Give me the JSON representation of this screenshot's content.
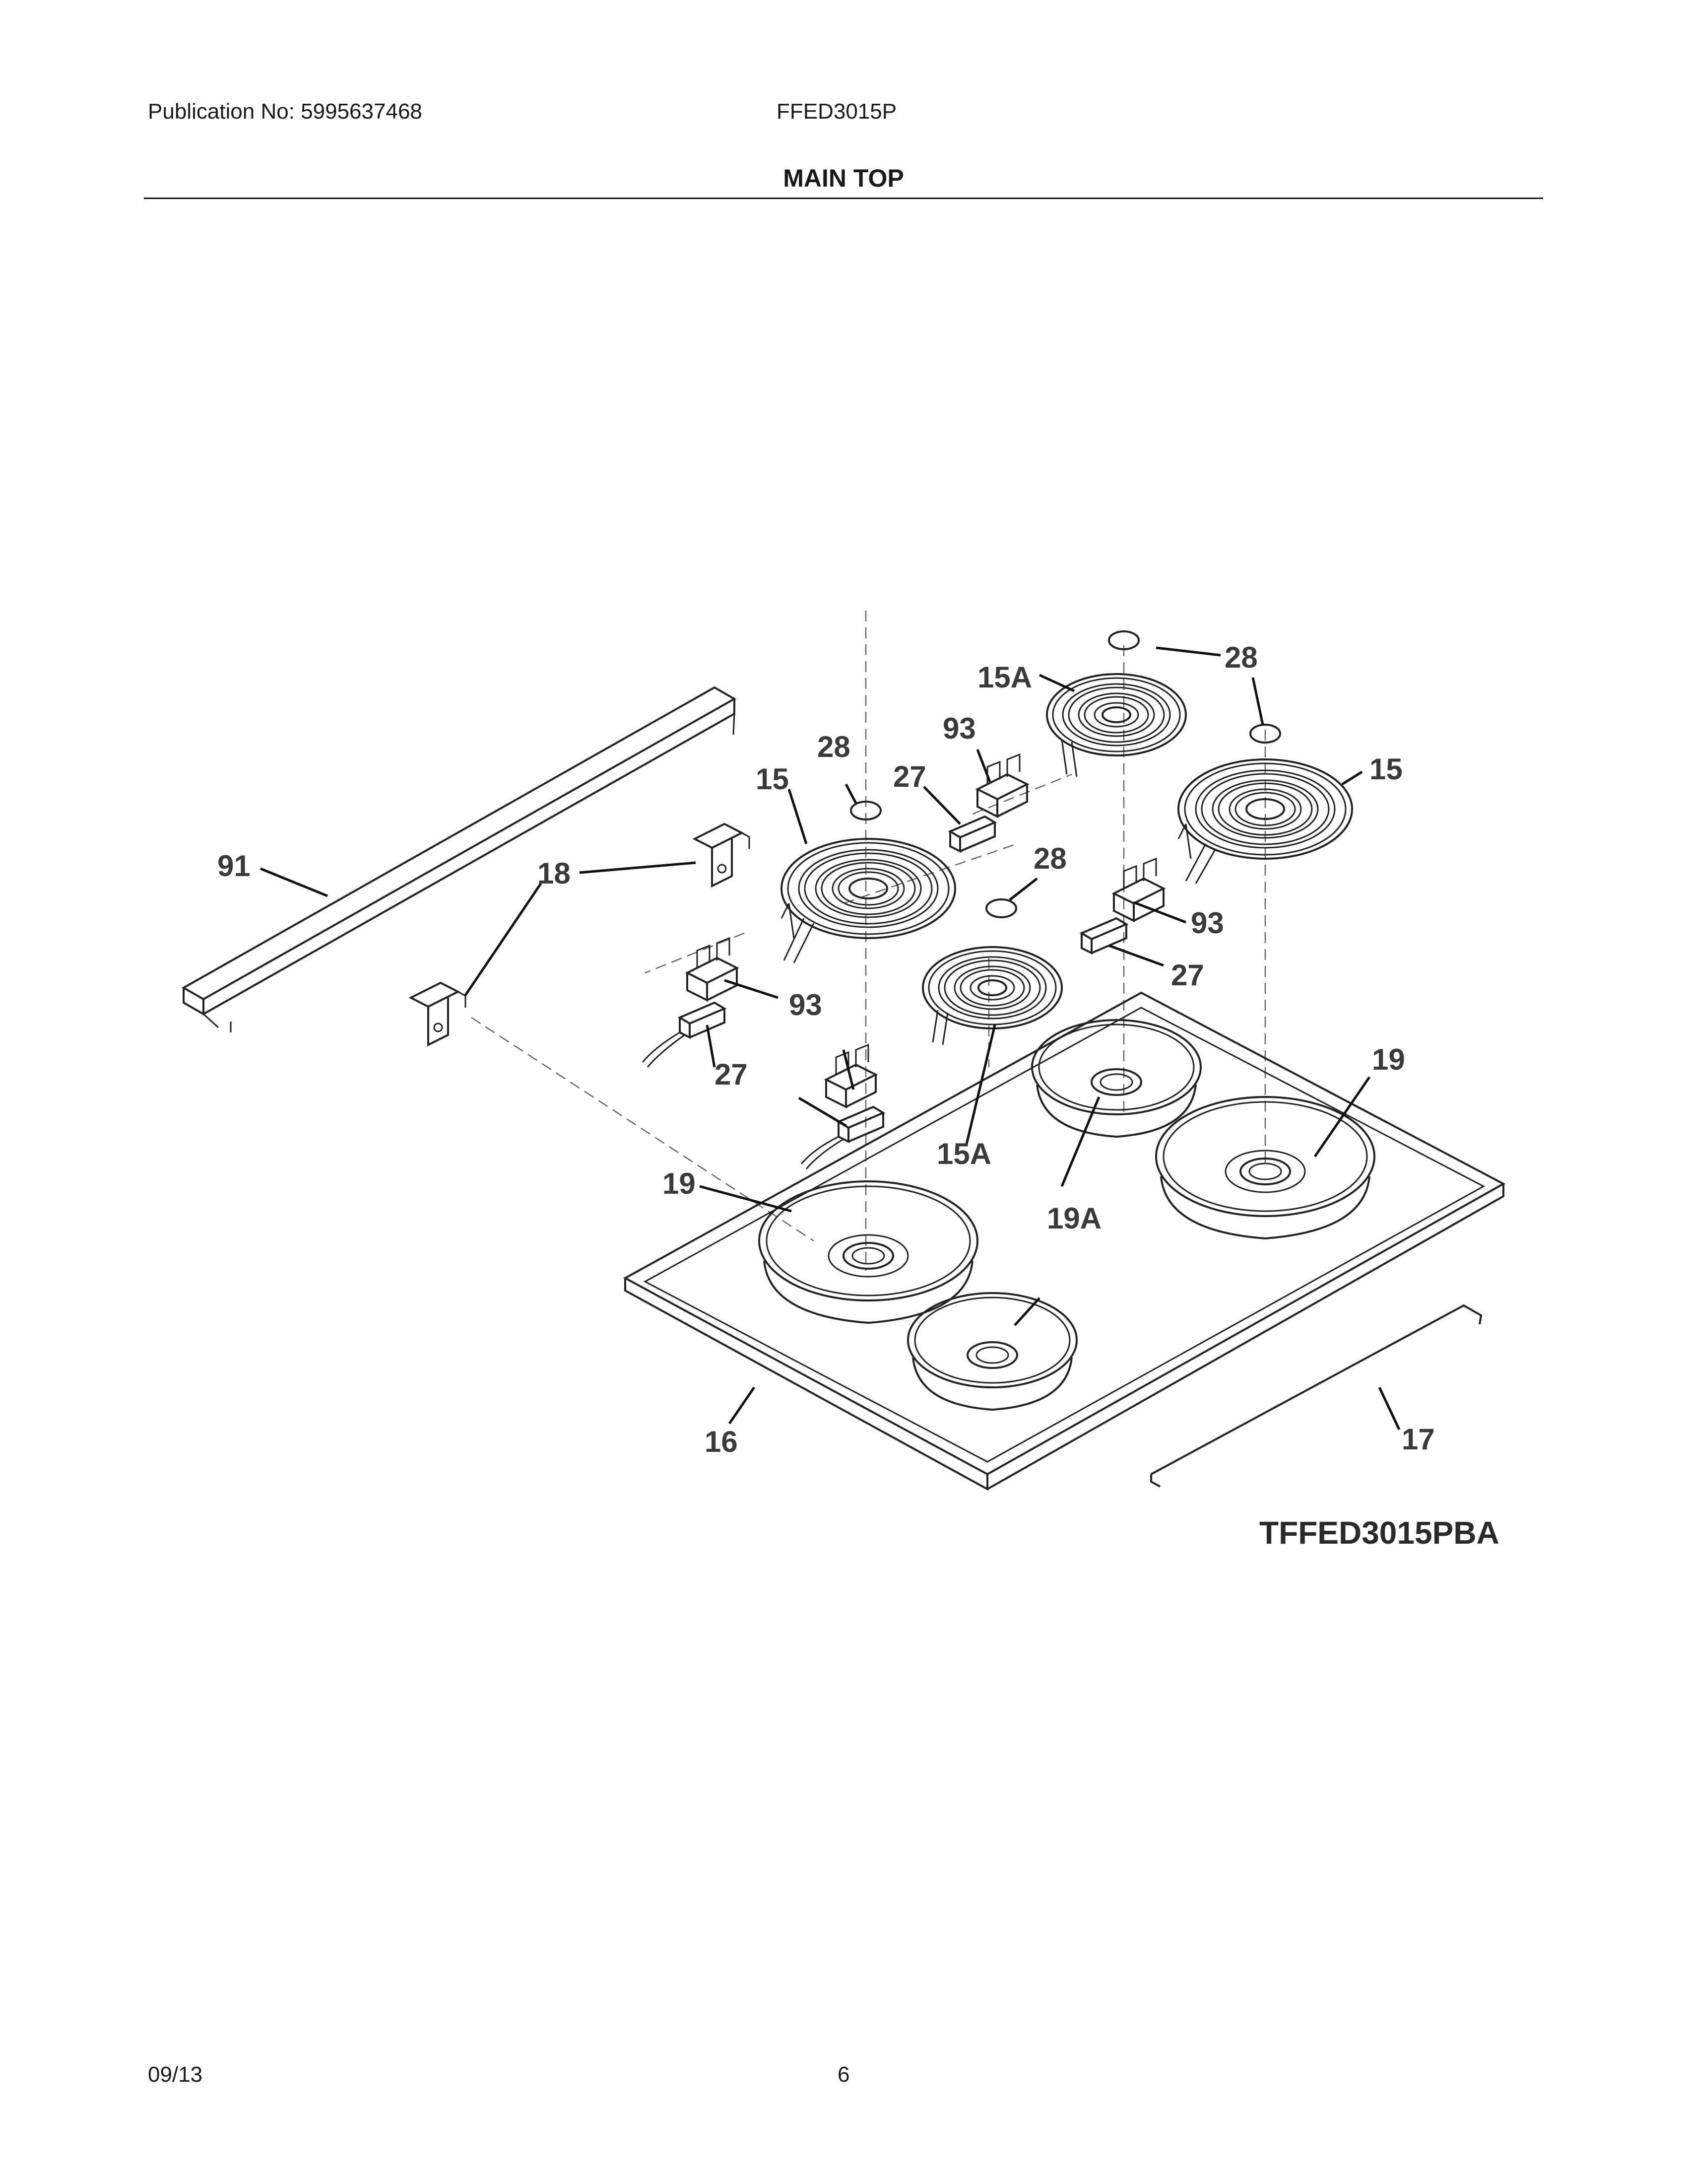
{
  "header": {
    "publication": "Publication No: 5995637468",
    "model": "FFED3015P",
    "section_title": "MAIN TOP"
  },
  "footer": {
    "date": "09/13",
    "page_number": "6"
  },
  "diagram": {
    "figure_id": "TFFED3015PBA",
    "callouts": {
      "c91": "91",
      "c18": "18",
      "c15_left": "15",
      "c28_left": "28",
      "c27_top": "27",
      "c93_top": "93",
      "c15a_top": "15A",
      "c28_top": "28",
      "c28_topright": "28",
      "c15_right": "15",
      "c28_mid": "28",
      "c93_right": "93",
      "c27_right": "27",
      "c93_left": "93",
      "c27_left": "27",
      "c15a_bottom": "15A",
      "c19_right": "19",
      "c19_left": "19",
      "c19a": "19A",
      "c16": "16",
      "c17": "17"
    }
  }
}
